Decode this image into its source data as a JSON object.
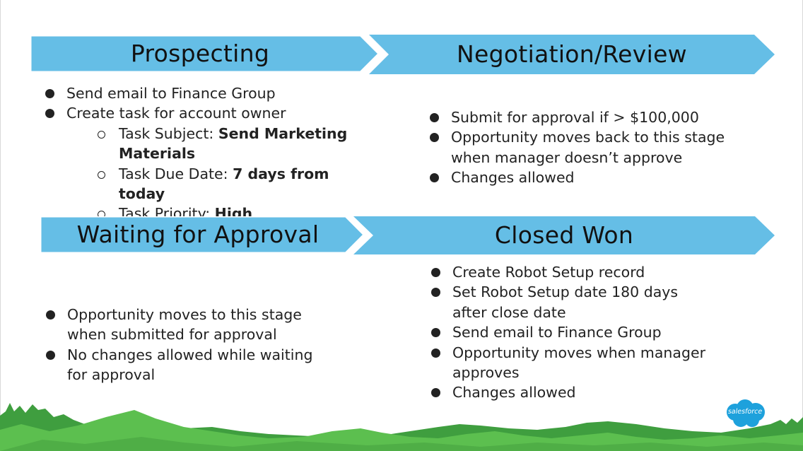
{
  "stages": {
    "prospecting": {
      "title": "Prospecting",
      "bullets": [
        "Send email to Finance Group",
        "Create task for account owner"
      ],
      "sub": [
        {
          "label": "Task Subject: ",
          "value": "Send Marketing Materials"
        },
        {
          "label": "Task Due Date: ",
          "value": "7 days from today"
        },
        {
          "label": "Task Priority: ",
          "value": "High"
        }
      ]
    },
    "negotiation": {
      "title": "Negotiation/Review",
      "bullets": [
        "Submit for approval if > $100,000",
        "Opportunity moves back to this stage when manager doesn’t approve",
        "Changes allowed"
      ]
    },
    "waiting": {
      "title": "Waiting for Approval",
      "bullets": [
        "Opportunity moves to this stage when submitted for approval",
        "No changes allowed while waiting for approval"
      ]
    },
    "closed_won": {
      "title": "Closed Won",
      "bullets": [
        "Create Robot Setup record",
        "Set Robot Setup date 180 days after close date",
        "Send email to Finance Group",
        "Opportunity moves when manager approves",
        "Changes allowed"
      ]
    }
  },
  "logo": {
    "text": "salesforce"
  },
  "colors": {
    "banner": "#65bee6",
    "logo": "#1ea1dc",
    "hill_dark": "#3f9e3f",
    "hill_light": "#5cbf4f"
  },
  "icons": {
    "bullet": "filled-circle",
    "sub_bullet": "hollow-circle"
  }
}
